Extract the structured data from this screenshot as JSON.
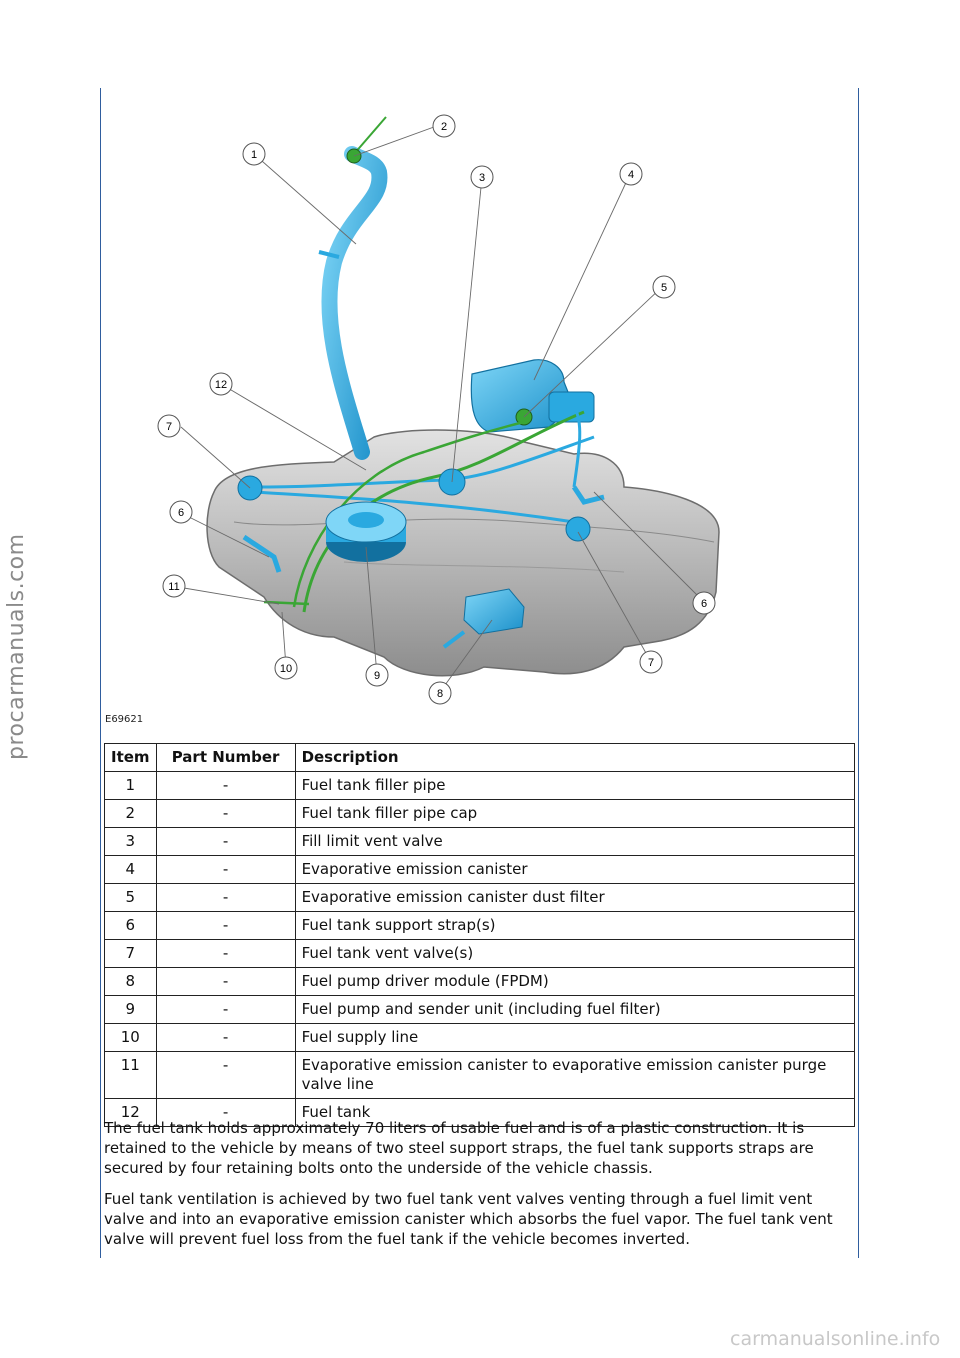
{
  "figure": {
    "id": "E69621",
    "callouts": [
      "1",
      "2",
      "3",
      "4",
      "5",
      "6",
      "7",
      "8",
      "9",
      "10",
      "11",
      "12",
      "6",
      "7"
    ]
  },
  "table": {
    "headers": [
      "Item",
      "Part Number",
      "Description"
    ],
    "rows": [
      [
        "1",
        "-",
        "Fuel tank filler pipe"
      ],
      [
        "2",
        "-",
        "Fuel tank filler pipe cap"
      ],
      [
        "3",
        "-",
        "Fill limit vent valve"
      ],
      [
        "4",
        "-",
        "Evaporative emission canister"
      ],
      [
        "5",
        "-",
        "Evaporative emission canister dust filter"
      ],
      [
        "6",
        "-",
        "Fuel tank support strap(s)"
      ],
      [
        "7",
        "-",
        "Fuel tank vent valve(s)"
      ],
      [
        "8",
        "-",
        "Fuel pump driver module (FPDM)"
      ],
      [
        "9",
        "-",
        "Fuel pump and sender unit (including fuel filter)"
      ],
      [
        "10",
        "-",
        "Fuel supply line"
      ],
      [
        "11",
        "-",
        "Evaporative emission canister to evaporative emission canister purge valve line"
      ],
      [
        "12",
        "-",
        "Fuel tank"
      ]
    ]
  },
  "paragraphs": [
    "The fuel tank holds approximately 70 liters of usable fuel and is of a plastic construction. It is retained to the vehicle by means of two steel support straps, the fuel tank supports straps are secured by four retaining bolts onto the underside of the vehicle chassis.",
    "Fuel tank ventilation is achieved by two fuel tank vent valves venting through a fuel limit vent valve and into an evaporative emission canister which absorbs the fuel vapor. The fuel tank vent valve will prevent fuel loss from the fuel tank if the vehicle becomes inverted."
  ],
  "watermarks": {
    "side": "procarmanuals.com",
    "bottom": "carmanualsonline.info"
  },
  "colors": {
    "rule": "#2f5d9e",
    "component_blue": "#2aa9e0",
    "vent_line_green": "#3aa635",
    "tank_grey": "#b8b8b8"
  }
}
